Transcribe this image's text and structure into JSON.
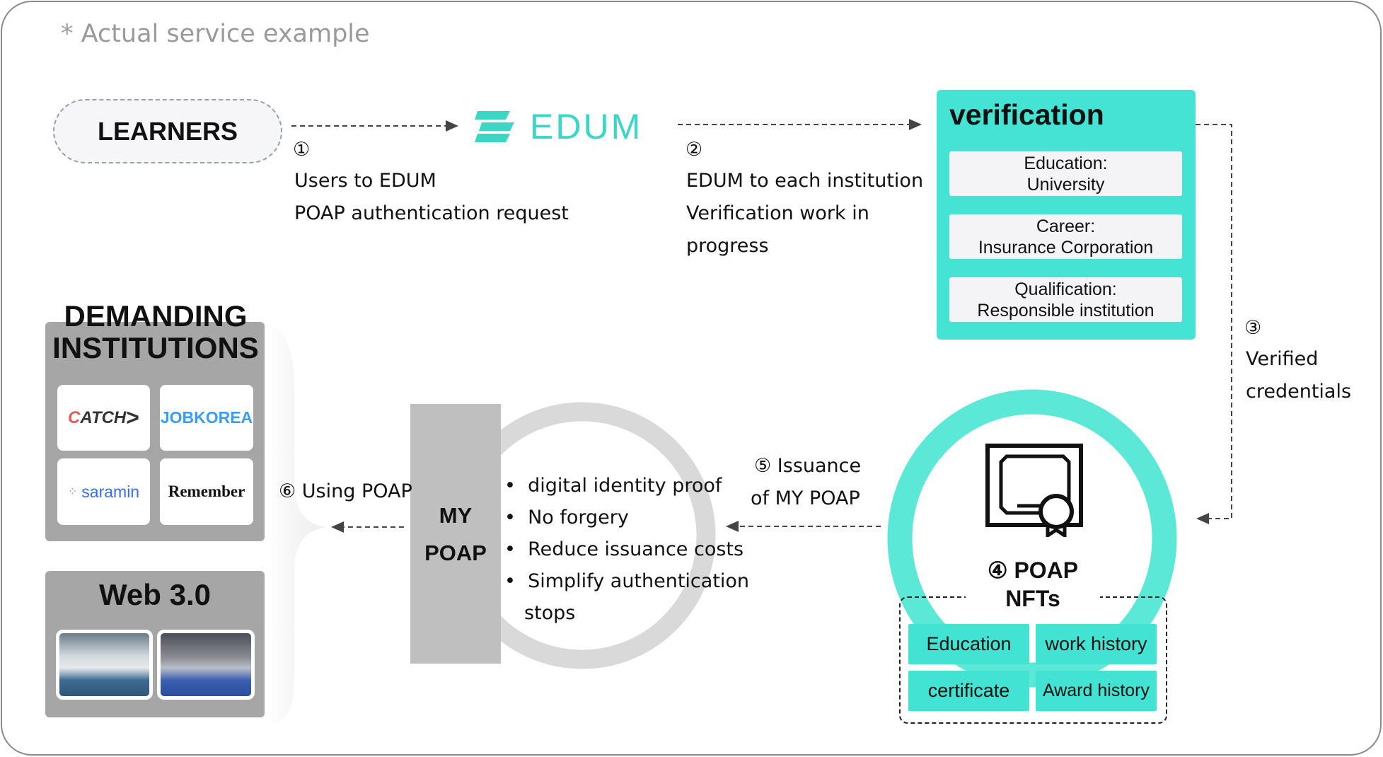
{
  "note": "* Actual service example",
  "learners": "LEARNERS",
  "edum_logo": "EDUM",
  "step1": {
    "num": "①",
    "line1": "Users to EDUM",
    "line2": "POAP authentication request"
  },
  "step2": {
    "num": "②",
    "line1": "EDUM to each institution",
    "line2": "Verification work in",
    "line3": "progress"
  },
  "verification": {
    "title": "verification",
    "items": [
      {
        "label": "Education:",
        "value": "University"
      },
      {
        "label": "Career:",
        "value": "Insurance Corporation"
      },
      {
        "label": "Qualification:",
        "value": "Responsible institution"
      }
    ]
  },
  "step3": {
    "num": "③",
    "line1": "Verified",
    "line2": "credentials"
  },
  "poap_nfts": {
    "title1": "④ POAP",
    "title2": "NFTs",
    "cells": [
      "Education",
      "work history",
      "certificate",
      "Award history"
    ]
  },
  "step5": {
    "line1": "⑤ Issuance",
    "line2": "of MY POAP"
  },
  "my_poap": {
    "line1": "MY",
    "line2": "POAP",
    "bullets": [
      "digital identity proof",
      "No forgery",
      "Reduce issuance costs",
      "Simplify authentication",
      "stops"
    ]
  },
  "step6": "⑥ Using POAP",
  "demanding": {
    "title1": "DEMANDING",
    "title2": "INSTITUTIONS",
    "logos": [
      "CATCH",
      "JOBKOREA",
      "saramin",
      "Remember"
    ]
  },
  "web3": {
    "title": "Web 3.0"
  },
  "colors": {
    "teal": "#45e3d3",
    "ring": "#5ce8d6",
    "grey": "#a6a6a6"
  }
}
